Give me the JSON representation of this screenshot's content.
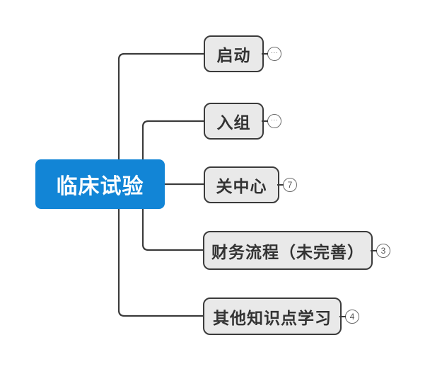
{
  "diagram": {
    "type": "mindmap",
    "background_color": "#ffffff",
    "root": {
      "label": "临床试验",
      "fill_color": "#1285d6",
      "text_color": "#ffffff"
    },
    "branches": [
      {
        "label": "启动",
        "badge": "···"
      },
      {
        "label": "入组",
        "badge": "···"
      },
      {
        "label": "关中心",
        "badge": "7"
      },
      {
        "label": "财务流程（未完善）",
        "badge": "3"
      },
      {
        "label": "其他知识点学习",
        "badge": "4"
      }
    ],
    "colors": {
      "branch_fill": "#e9e9e9",
      "branch_border": "#3b3b3b",
      "connector": "#3b3b3b",
      "badge_border": "#6b6b6b",
      "badge_text": "#555555"
    }
  }
}
